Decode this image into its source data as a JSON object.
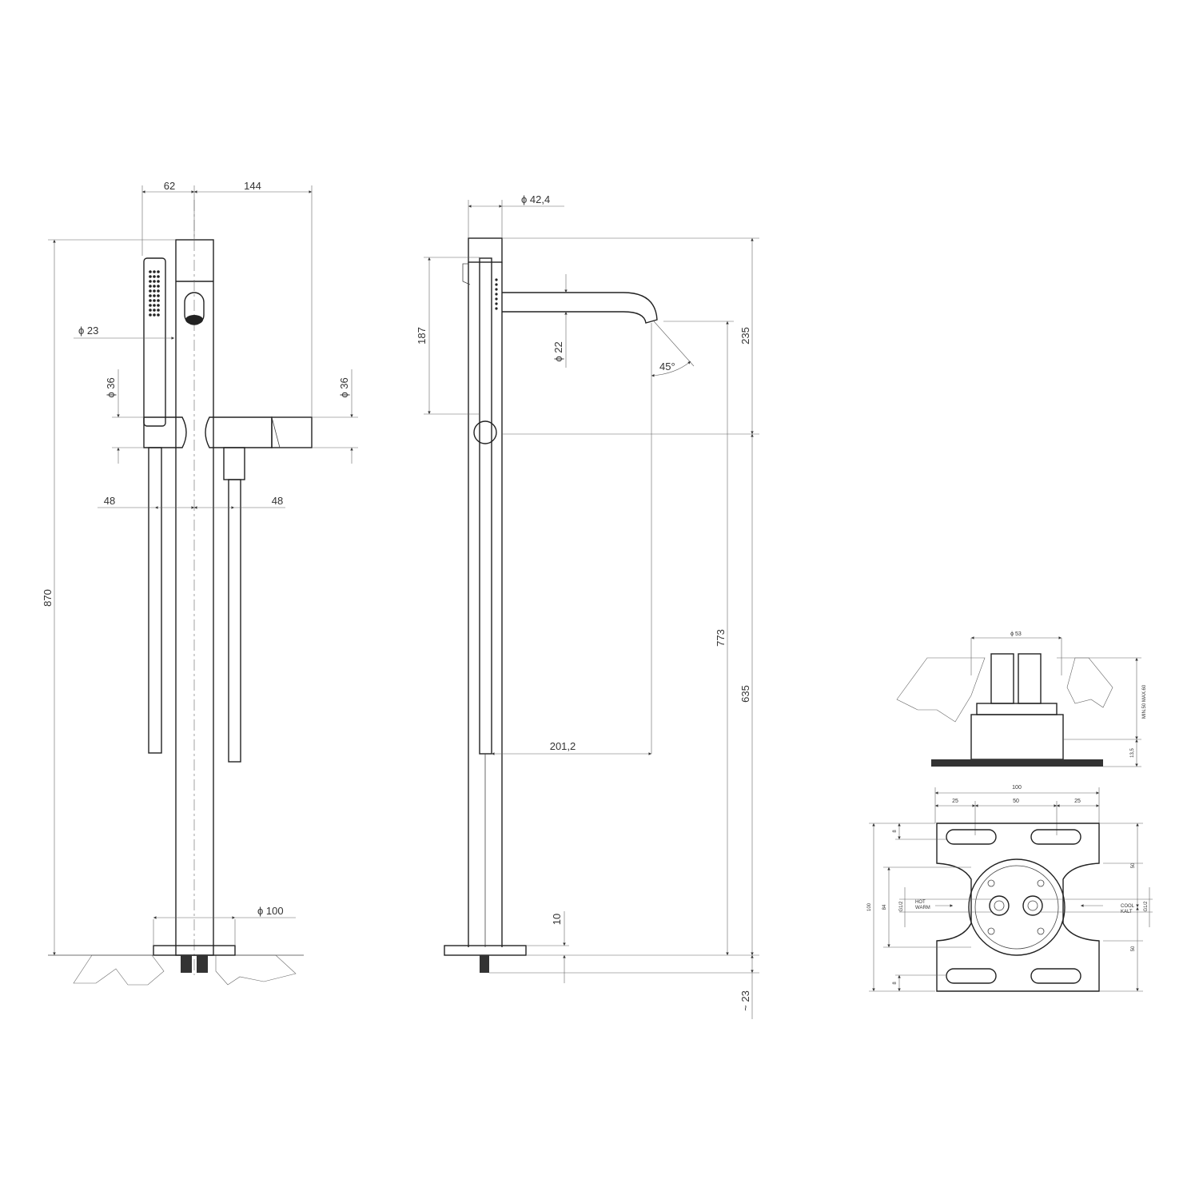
{
  "front_view": {
    "dim_62": "62",
    "dim_144": "144",
    "dim_870": "870",
    "dia_23": "ϕ 23",
    "dia_36_left": "ϕ 36",
    "dia_36_right": "ϕ 36",
    "dim_48_left": "48",
    "dim_48_right": "48",
    "dia_100": "ϕ 100"
  },
  "side_view": {
    "dia_42_4": "ϕ 42,4",
    "dim_187": "187",
    "dia_22": "ϕ 22",
    "angle_45": "45°",
    "dim_235": "235",
    "dim_773": "773",
    "dim_635": "635",
    "dim_201_2": "201,2",
    "dim_10": "10",
    "dim_23": "~ 23"
  },
  "detail_view": {
    "dia_53": "ϕ 53",
    "min_max": "MIN.50 MAX.60",
    "dim_135": "13,5",
    "dim_100_top": "100",
    "dim_25_left": "25",
    "dim_50_mid": "50",
    "dim_25_right": "25",
    "dim_8_top": "8",
    "dim_8_bottom": "8",
    "dim_50_right_top": "50",
    "dim_50_right_bottom": "50",
    "dim_100_left": "100",
    "dim_84": "84",
    "dim_g12_left": "G1/2",
    "dim_g12_right": "G1/2",
    "hot_label": "HOT",
    "warm_label": "WARM",
    "cool_label": "COOL",
    "kalt_label": "KALT"
  }
}
